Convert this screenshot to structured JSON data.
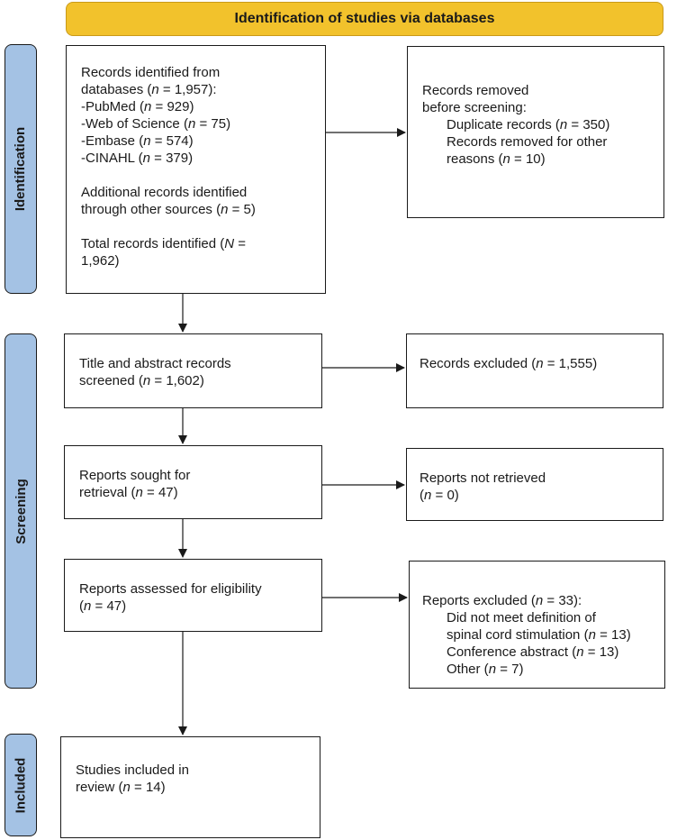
{
  "header": "Identification of studies via databases",
  "phases": {
    "identification": "Identification",
    "screening": "Screening",
    "included": "Included"
  },
  "records_identified": {
    "line1": "Records identified from",
    "line2_pre": "databases (",
    "line2_n": "n",
    "line2_post": " = 1,957):",
    "pubmed_pre": "-PubMed (",
    "pubmed_n": "n",
    "pubmed_post": " = 929)",
    "wos_pre": "-Web of Science (",
    "wos_n": "n",
    "wos_post": " = 75)",
    "embase_pre": "-Embase (",
    "embase_n": "n",
    "embase_post": " = 574)",
    "cinahl_pre": "-CINAHL (",
    "cinahl_n": "n",
    "cinahl_post": " = 379)",
    "additional1": "Additional records identified",
    "additional2_pre": "through other sources (",
    "additional2_n": "n",
    "additional2_post": " = 5)",
    "total1_pre": "Total records identified (",
    "total1_n": "N",
    "total1_post": " =",
    "total2": "1,962)"
  },
  "records_removed": {
    "line1": "Records removed",
    "line2": "before screening:",
    "dup_pre": "Duplicate records (",
    "dup_n": "n",
    "dup_post": " = 350)",
    "other1": "Records removed for other",
    "other2_pre": "reasons (",
    "other2_n": "n",
    "other2_post": " = 10)"
  },
  "title_screened": {
    "line1": "Title and abstract records",
    "line2_pre": "screened (",
    "line2_n": "n",
    "line2_post": " = 1,602)"
  },
  "records_excluded": {
    "pre": "Records excluded (",
    "n": "n",
    "post": " = 1,555)"
  },
  "reports_sought": {
    "line1": "Reports sought for",
    "line2_pre": "retrieval (",
    "line2_n": "n",
    "line2_post": " = 47)"
  },
  "reports_not_retrieved": {
    "line1": "Reports not retrieved",
    "line2_pre": "(",
    "line2_n": "n",
    "line2_post": " = 0)"
  },
  "reports_assessed": {
    "line1": "Reports assessed for eligibility",
    "line2_pre": "(",
    "line2_n": "n",
    "line2_post": " = 47)"
  },
  "reports_excluded": {
    "head_pre": "Reports excluded (",
    "head_n": "n",
    "head_post": " = 33):",
    "def1": "Did not meet definition of",
    "def2_pre": "spinal cord stimulation (",
    "def2_n": "n",
    "def2_post": " = 13)",
    "conf_pre": "Conference abstract (",
    "conf_n": "n",
    "conf_post": " = 13)",
    "other_pre": "Other (",
    "other_n": "n",
    "other_post": " = 7)"
  },
  "included_box": {
    "line1": "Studies included in",
    "line2_pre": "review (",
    "line2_n": "n",
    "line2_post": " = 14)"
  },
  "colors": {
    "header_fill": "#f2c22c",
    "phase_fill": "#a4c2e4",
    "border": "#1a1a1a"
  }
}
